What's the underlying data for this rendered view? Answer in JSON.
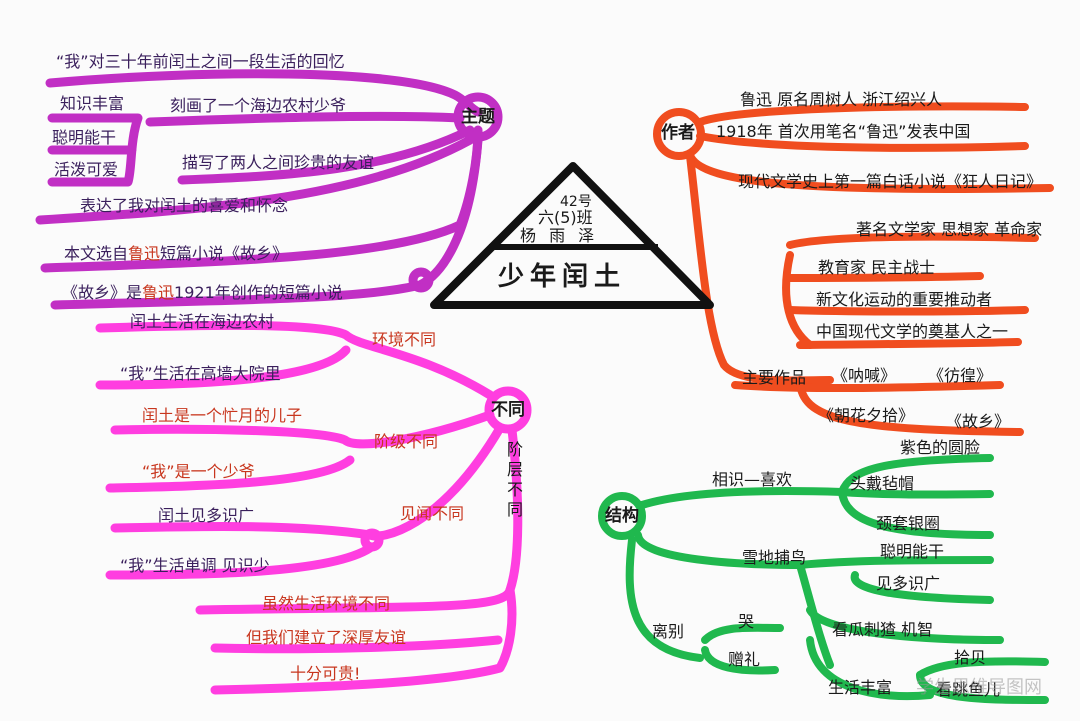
{
  "center": {
    "number": "42号",
    "class_name": "六(5)班",
    "author_name": "杨 雨 泽",
    "title": "少年闰土"
  },
  "theme": {
    "node": "主题",
    "items": [
      "“我”对三十年前闰土之间一段生活的回忆",
      "刻画了一个海边农村少爷",
      "描写了两人之间珍贵的友谊",
      "表达了我对闰土的喜爱和怀念",
      "本文选自",
      "短篇小说《故乡》",
      "《故乡》是",
      "1921年创作的短篇小说"
    ],
    "traits": [
      "知识丰富",
      "聪明能干",
      "活泼可爱"
    ],
    "red_name": "鲁迅"
  },
  "author": {
    "node": "作者",
    "lines": [
      "鲁迅  原名周树人  浙江绍兴人",
      "1918年  首次用笔名“鲁迅”发表中国",
      "现代文学史上第一篇白话小说《狂人日记》"
    ],
    "titles": [
      "著名文学家  思想家  革命家",
      "教育家  民主战士",
      "新文化运动的重要推动者",
      "中国现代文学的奠基人之一"
    ],
    "works_label": "主要作品",
    "works": [
      "《呐喊》",
      "《彷徨》",
      "《朝花夕拾》",
      "《故乡》"
    ]
  },
  "differences": {
    "node": "不同",
    "branches": [
      {
        "label": "环境不同",
        "items": [
          "闰土生活在海边农村",
          "“我”生活在高墙大院里"
        ]
      },
      {
        "label": "阶级不同",
        "items": [
          "闰土是一个忙月的儿子",
          "“我”是一个少爷"
        ]
      },
      {
        "label": "见闻不同",
        "items": [
          "闰土见多识广",
          "“我”生活单调  见识少"
        ]
      }
    ],
    "vertical": "阶层不同",
    "conclusion": [
      "虽然生活环境不同",
      "但我们建立了深厚友谊",
      "十分可贵!"
    ]
  },
  "structure": {
    "node": "结构",
    "meet": {
      "label": "相识—喜欢",
      "items": [
        "紫色的圆脸",
        "头戴毡帽",
        "颈套银圈"
      ]
    },
    "snow": {
      "label": "雪地捕鸟",
      "items": [
        "聪明能干",
        "见多识广"
      ]
    },
    "melon": "看瓜刺猹  机智",
    "life": {
      "label": "生活丰富",
      "items": [
        "拾贝",
        "看跳鱼儿"
      ]
    },
    "parting": {
      "label": "离别",
      "items": [
        "哭",
        "赠礼"
      ]
    },
    "watermark": "学生思维导图网"
  }
}
